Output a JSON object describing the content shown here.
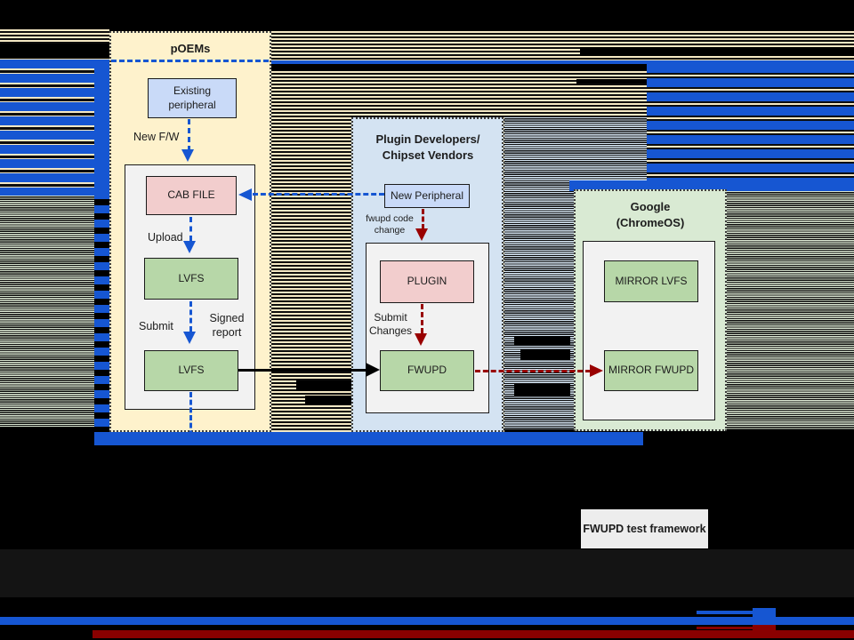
{
  "colors": {
    "blue": "#1656d2",
    "dark-red": "#990000",
    "band-red": "#8a0000",
    "panel-cream": "#fef2cc",
    "panel-blue": "#d4e3f2",
    "panel-green": "#d9ead3",
    "box-blue": "#c9daf8",
    "box-pink": "#f2cdcd",
    "box-green": "#b7d7a8",
    "box-gray": "#f2f2f2",
    "test-box-gray": "#ededed"
  },
  "diagram": {
    "poems": {
      "title": "pOEMs",
      "existing_peripheral": "Existing peripheral",
      "new_fw_label": "New F/W",
      "cab_file": "CAB FILE",
      "upload_label": "Upload",
      "lvfs_upper": "LVFS",
      "submit_label": "Submit",
      "signed_report_label": "Signed report",
      "lvfs_lower": "LVFS"
    },
    "plugin_vendors": {
      "title": "Plugin Developers/ Chipset Vendors",
      "new_peripheral": "New Peripheral",
      "fwupd_code_change_label": "fwupd code change",
      "plugin": "PLUGIN",
      "submit_changes_label": "Submit Changes",
      "fwupd": "FWUPD"
    },
    "google": {
      "title": "Google (ChromeOS)",
      "mirror_lvfs": "MIRROR LVFS",
      "mirror_fwupd": "MIRROR FWUPD"
    },
    "test_framework_label": "FWUPD test framework"
  }
}
